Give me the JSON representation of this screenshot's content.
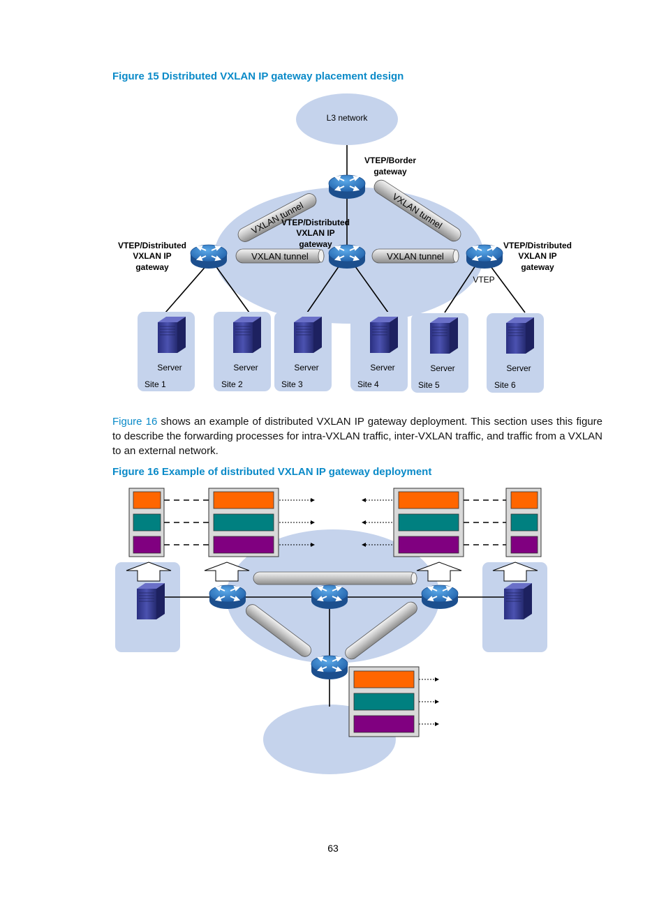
{
  "figure15": {
    "caption": "Figure 15 Distributed VXLAN IP gateway placement design",
    "cloud_label": "L3 network",
    "border": {
      "line1": "VTEP/Border",
      "line2": "gateway"
    },
    "gw_left": {
      "line1": "VTEP/Distributed",
      "line2": "VXLAN IP",
      "line3": "gateway"
    },
    "gw_center": {
      "line1": "VTEP/Distributed",
      "line2": "VXLAN IP",
      "line3": "gateway"
    },
    "gw_right": {
      "line1": "VTEP/Distributed",
      "line2": "VXLAN IP",
      "line3": "gateway"
    },
    "vtep_label": "VTEP",
    "tunnel_label": "VXLAN tunnel",
    "sites": [
      {
        "server": "Server",
        "site": "Site 1"
      },
      {
        "server": "Server",
        "site": "Site 2"
      },
      {
        "server": "Server",
        "site": "Site 3"
      },
      {
        "server": "Server",
        "site": "Site 4"
      },
      {
        "server": "Server",
        "site": "Site 5"
      },
      {
        "server": "Server",
        "site": "Site 6"
      }
    ]
  },
  "paragraph": {
    "link": "Figure 16",
    "text": " shows an example of distributed VXLAN IP gateway deployment. This section uses this figure to describe the forwarding processes for intra-VXLAN traffic, inter-VXLAN traffic, and traffic from a VXLAN to an external network."
  },
  "figure16": {
    "caption": "Figure 16 Example of distributed VXLAN IP gateway deployment"
  },
  "colors": {
    "caption": "#0a8ac8",
    "cloud": "#c5d3ec",
    "orange": "#ff6600",
    "teal": "#008080",
    "purple": "#800080",
    "server": "#3a3f9a"
  },
  "page_number": "63"
}
